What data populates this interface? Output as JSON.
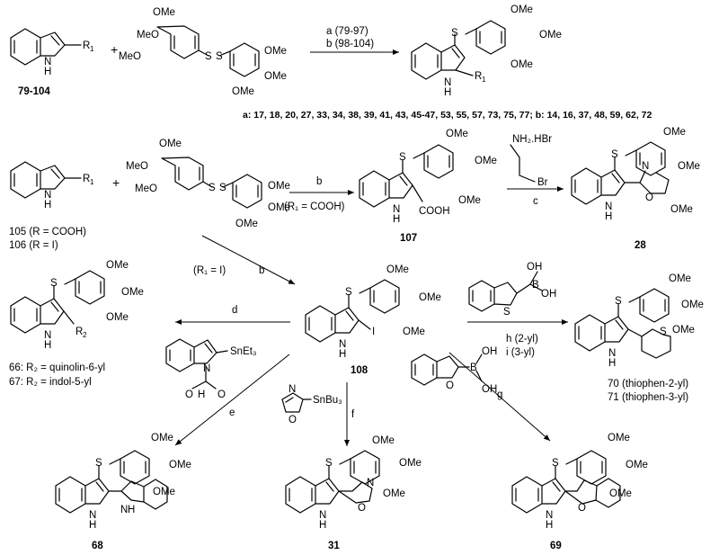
{
  "atoms": {
    "OMe": "OMe",
    "MeO": "MeO",
    "S": "S",
    "N": "N",
    "H": "H",
    "O": "O",
    "I": "I",
    "Br": "Br",
    "B": "B",
    "OH": "OH",
    "R1": "R",
    "R1_sub": "1",
    "R2": "R",
    "R2_sub": "2",
    "COOH": "COOH",
    "NH2HBr": "NH₂.HBr",
    "SnEt3": "SnEt₃",
    "SnBu3": "SnBu₃"
  },
  "compounds": {
    "c79_104": "79-104",
    "c107": "107",
    "c28": "28",
    "c105": "105 (R = COOH)",
    "c106": "106 (R = I)",
    "c108": "108",
    "c66": "66: R₂ = quinolin-6-yl",
    "c67": "67: R₂ = indol-5-yl",
    "c70": "70 (thiophen-2-yl)",
    "c71": "71 (thiophen-3-yl)",
    "c68": "68",
    "c31": "31",
    "c69": "69"
  },
  "conditions": {
    "top_a": "a (79-97)",
    "top_b": "b (98-104)",
    "legend": "a: 17, 18, 20, 27, 33, 34, 38, 39, 41, 43, 45-47, 53, 55, 57, 73, 75, 77; b: 14, 16, 37, 48, 59, 62, 72",
    "b": "b",
    "b_cond": "(R₁ = COOH)",
    "c": "c",
    "r1_i": "(R₁ = I)",
    "b2": "b",
    "d": "d",
    "h": "h (2-yl)",
    "i": "i (3-yl)",
    "e": "e",
    "f": "f",
    "g": "g"
  },
  "plus": "+"
}
